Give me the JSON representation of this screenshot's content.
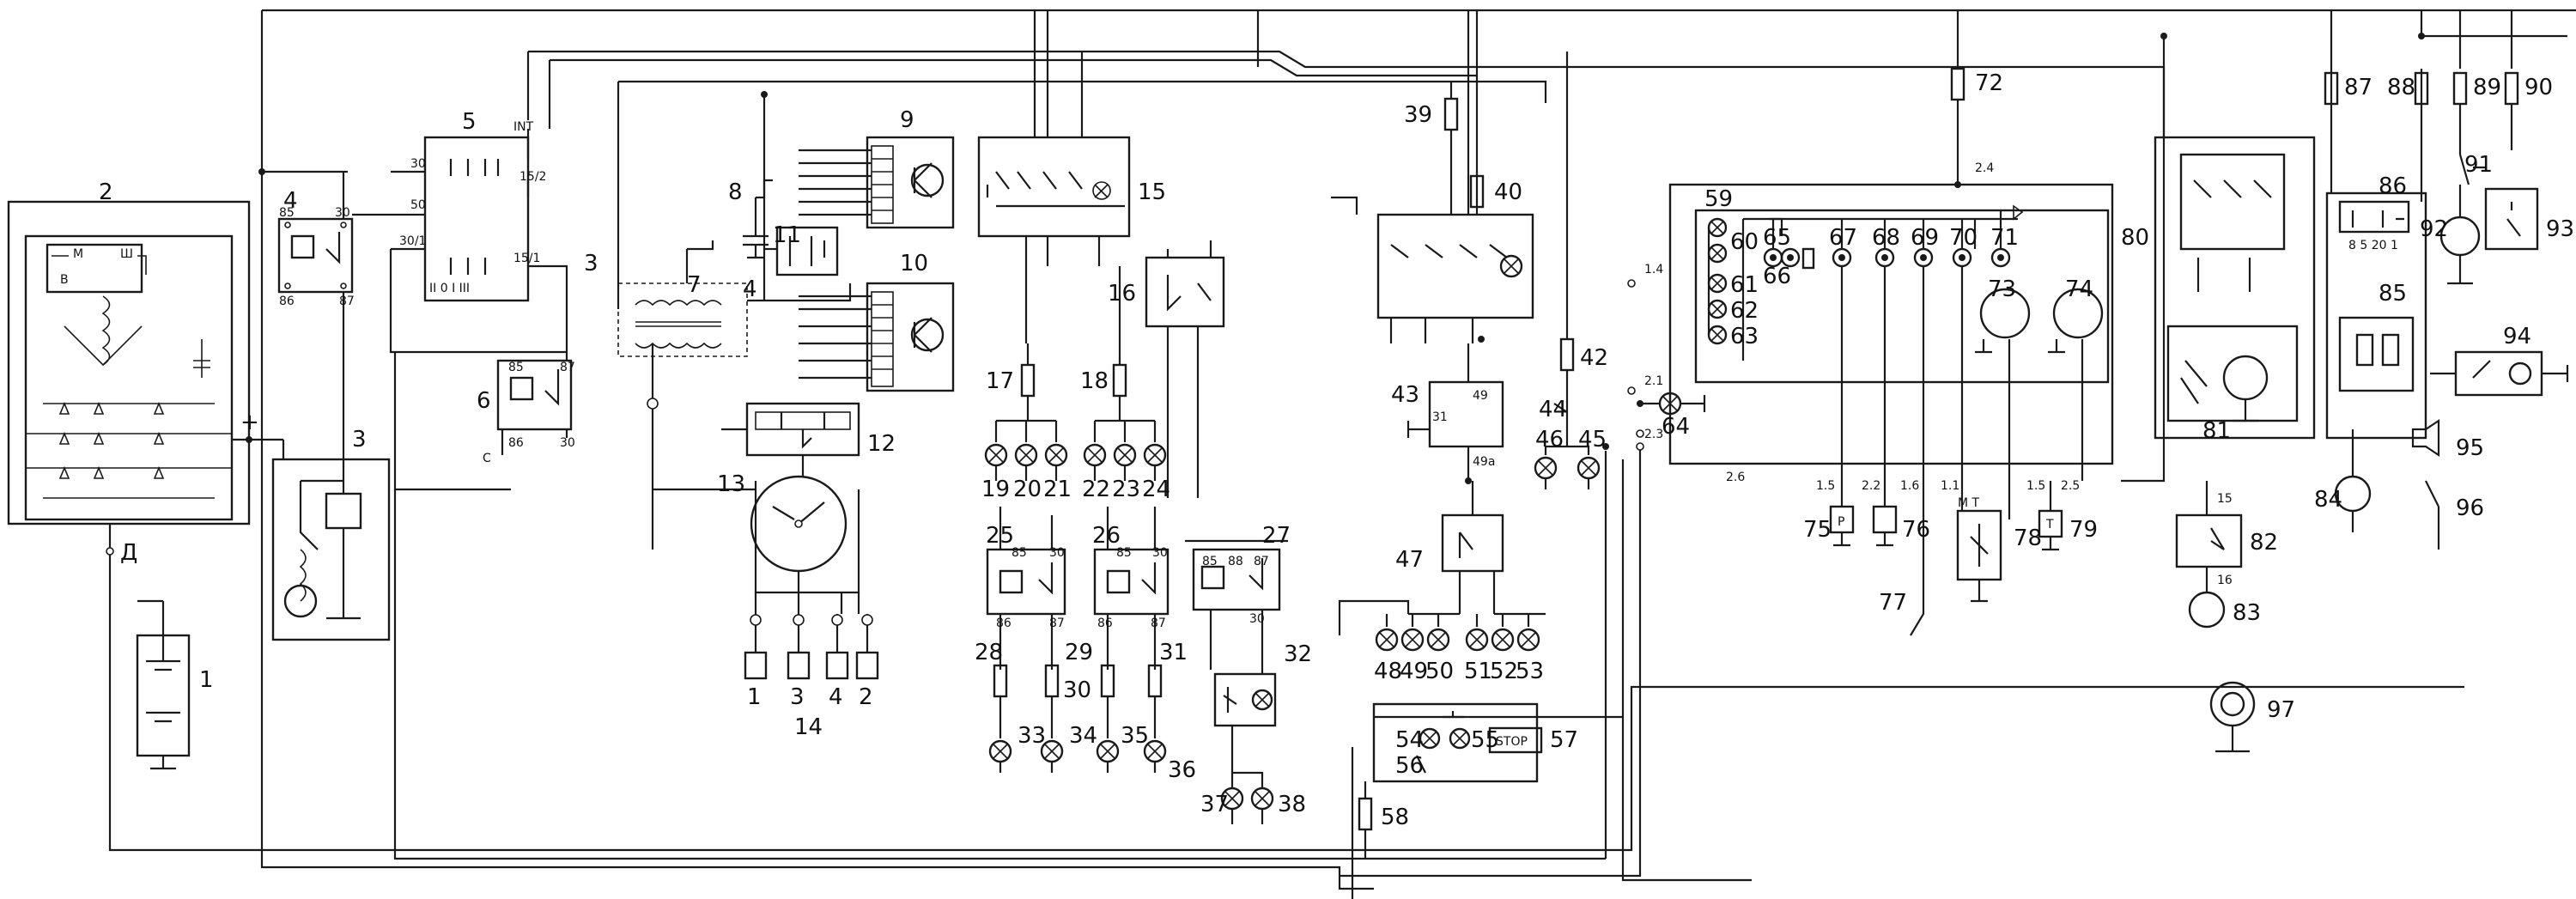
{
  "labels": {
    "n1": "1",
    "n2": "2",
    "n3": "3",
    "n4": "4",
    "n5": "5",
    "n6": "6",
    "n7": "7",
    "n8": "8",
    "n9": "9",
    "n10": "10",
    "n11": "11",
    "n12": "12",
    "n13": "13",
    "n14": "14",
    "n15": "15",
    "n16": "16",
    "n17": "17",
    "n18": "18",
    "n19": "19",
    "n20": "20",
    "n21": "21",
    "n22": "22",
    "n23": "23",
    "n24": "24",
    "n25": "25",
    "n26": "26",
    "n27": "27",
    "n28": "28",
    "n29": "29",
    "n30": "30",
    "n31": "31",
    "n32": "32",
    "n33": "33",
    "n34": "34",
    "n35": "35",
    "n36": "36",
    "n37": "37",
    "n38": "38",
    "n39": "39",
    "n40": "40",
    "n42": "42",
    "n43": "43",
    "n44": "44",
    "n45": "45",
    "n46": "46",
    "n47": "47",
    "n48": "48",
    "n49": "49",
    "n50": "50",
    "n51": "51",
    "n52": "52",
    "n53": "53",
    "n54": "54",
    "n55": "55",
    "n56": "56",
    "n57": "57",
    "n58": "58",
    "n59": "59",
    "n60": "60",
    "n61": "61",
    "n62": "62",
    "n63": "63",
    "n64": "64",
    "n65": "65",
    "n66": "66",
    "n67": "67",
    "n68": "68",
    "n69": "69",
    "n70": "70",
    "n71": "71",
    "n72": "72",
    "n73": "73",
    "n74": "74",
    "n75": "75",
    "n76": "76",
    "n77": "77",
    "n78": "78",
    "n79": "79",
    "n80": "80",
    "n81": "81",
    "n82": "82",
    "n83": "83",
    "n84": "84",
    "n85": "85",
    "n86": "86",
    "n87": "87",
    "n88": "88",
    "n89": "89",
    "n90": "90",
    "n91": "91",
    "n92": "92",
    "n93": "93",
    "n94": "94",
    "n95": "95",
    "n96": "96",
    "n97": "97",
    "spark1": "1",
    "spark3": "3",
    "spark4": "4",
    "spark2": "2",
    "wire3": "3",
    "wire4": "4",
    "wireD": "Д",
    "plus": "+"
  },
  "terminals": {
    "r4_85": "85",
    "r4_30": "30",
    "r4_86": "86",
    "r4_87": "87",
    "sw5_30": "30",
    "sw5_50": "50",
    "sw5_301": "30/1",
    "sw5_int": "INT",
    "sw5_152": "15/2",
    "sw5_151": "15/1",
    "sw5_roman": "II  0  I  III",
    "r6_85": "85",
    "r6_87": "87",
    "r6_86": "86",
    "r6_30": "30",
    "r6_C": "C",
    "alt_M": "M",
    "alt_Sh": "Ш",
    "alt_B": "B",
    "r25_85": "85",
    "r25_30": "30",
    "r25_86": "86",
    "r25_87": "87",
    "r26_85": "85",
    "r26_30": "30",
    "r26_86": "86",
    "r26_87": "87",
    "r27_85": "85",
    "r27_88": "88",
    "r27_87": "87",
    "r27_30": "30",
    "sw43_49": "49",
    "sw43_31": "31",
    "sw43_49a": "49a",
    "stop": "STOP",
    "c_75": "1.5",
    "c_76": "2.2",
    "c_77": "1.6",
    "c_78m": "1.1",
    "c_78t": "M    T",
    "c_79": "1.5",
    "c_79b": "2.5",
    "c_24": "2.4",
    "c_14": "1.4",
    "c_21": "2.1",
    "c_23": "2.3",
    "c_26": "2.6",
    "g75": "P",
    "g79": "T",
    "r82_15": "15",
    "r82_16": "16",
    "r86": "8 5 20 1"
  }
}
